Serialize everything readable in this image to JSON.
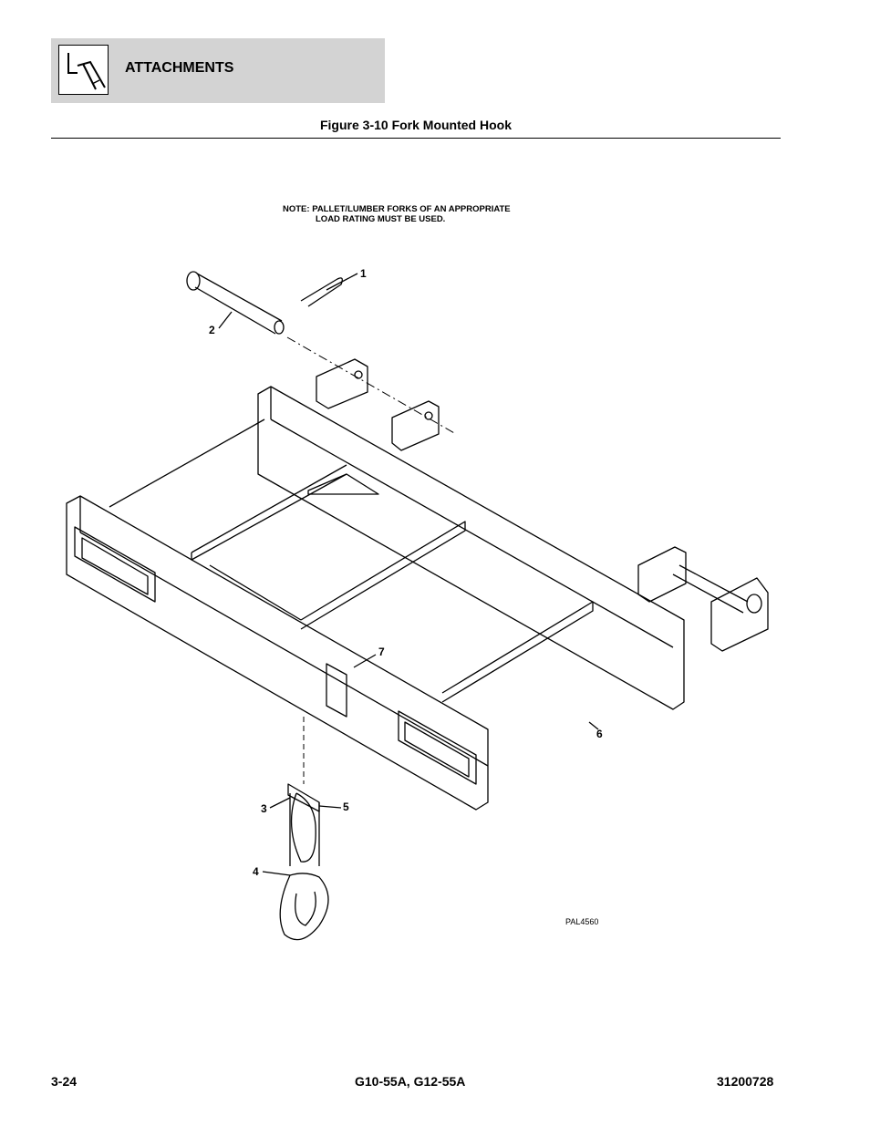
{
  "header": {
    "section_title": "ATTACHMENTS",
    "icon": "attachment-tool-icon"
  },
  "figure": {
    "title": "Figure 3-10 Fork Mounted Hook",
    "note_line1": "NOTE: PALLET/LUMBER FORKS OF AN APPROPRIATE",
    "note_line2": "LOAD RATING MUST BE USED.",
    "callouts": [
      "1",
      "2",
      "3",
      "4",
      "5",
      "6",
      "7"
    ],
    "drawing_ref": "PAL4560"
  },
  "footer": {
    "page_number": "3-24",
    "model": "G10-55A, G12-55A",
    "part_number": "31200728"
  }
}
